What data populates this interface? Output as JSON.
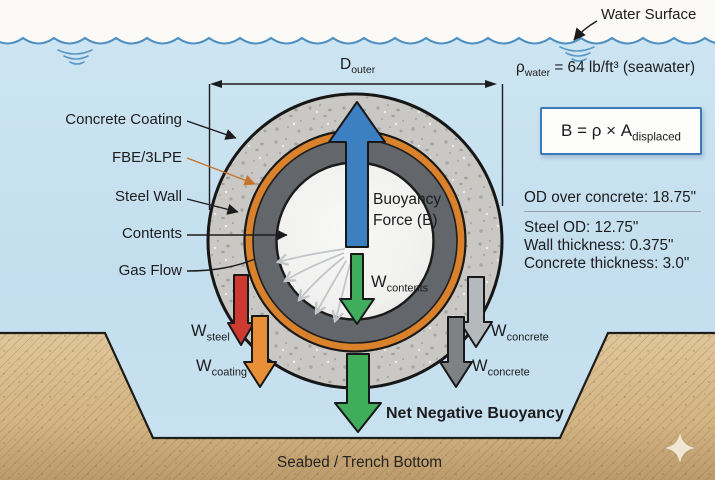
{
  "scene": {
    "water_surface_label": "Water Surface",
    "seabed_label": "Seabed / Trench Bottom"
  },
  "dimension": {
    "main": "D",
    "sub": "outer"
  },
  "right_panel": {
    "rho": {
      "symbol": "ρ",
      "sub": "water",
      "rest": " = 64 lb/ft³ (seawater)"
    },
    "formula": {
      "main": "B = ρ × A",
      "sub": "displaced"
    },
    "specs": {
      "od_concrete": "OD over concrete: 18.75\"",
      "steel_od": "Steel OD: 12.75\"",
      "wall_thickness": "Wall thickness: 0.375\"",
      "concrete_thickness": "Concrete thickness: 3.0\""
    }
  },
  "layer_callouts": {
    "concrete": "Concrete Coating",
    "fbe": "FBE/3LPE",
    "steel": "Steel Wall",
    "contents": "Contents",
    "gas": "Gas Flow"
  },
  "forces": {
    "buoyancy_line1": "Buoyancy",
    "buoyancy_line2": "Force (B)",
    "w_contents": {
      "main": "W",
      "sub": "contents"
    },
    "w_steel": {
      "main": "W",
      "sub": "steel"
    },
    "w_coating": {
      "main": "W",
      "sub": "coating"
    },
    "w_concrete_upper": {
      "main": "W",
      "sub": "concrete"
    },
    "w_concrete_lower": {
      "main": "W",
      "sub": "concrete"
    },
    "net": "Net Negative Buoyancy"
  },
  "colors": {
    "water": "#c7e1f0",
    "sky_above_water": "#fbfaf6",
    "wave_line": "#4e8fc0",
    "concrete": "#c9c8c4",
    "fbe_ring": "#d9822b",
    "steel_ring": "#63666a",
    "buoyancy_arrow": "#3c80c2",
    "contents_arrow": "#3fad5c",
    "net_arrow": "#3fad5c",
    "steel_arrow": "#cd3a31",
    "coating_arrow": "#e78f35",
    "concrete_arrow_light": "#b5b9bb",
    "concrete_arrow_dark": "#7e8285",
    "seabed_sand": "#d9bd90",
    "formula_border": "#3a7ab8",
    "fbe_leader": "#c8742a"
  }
}
